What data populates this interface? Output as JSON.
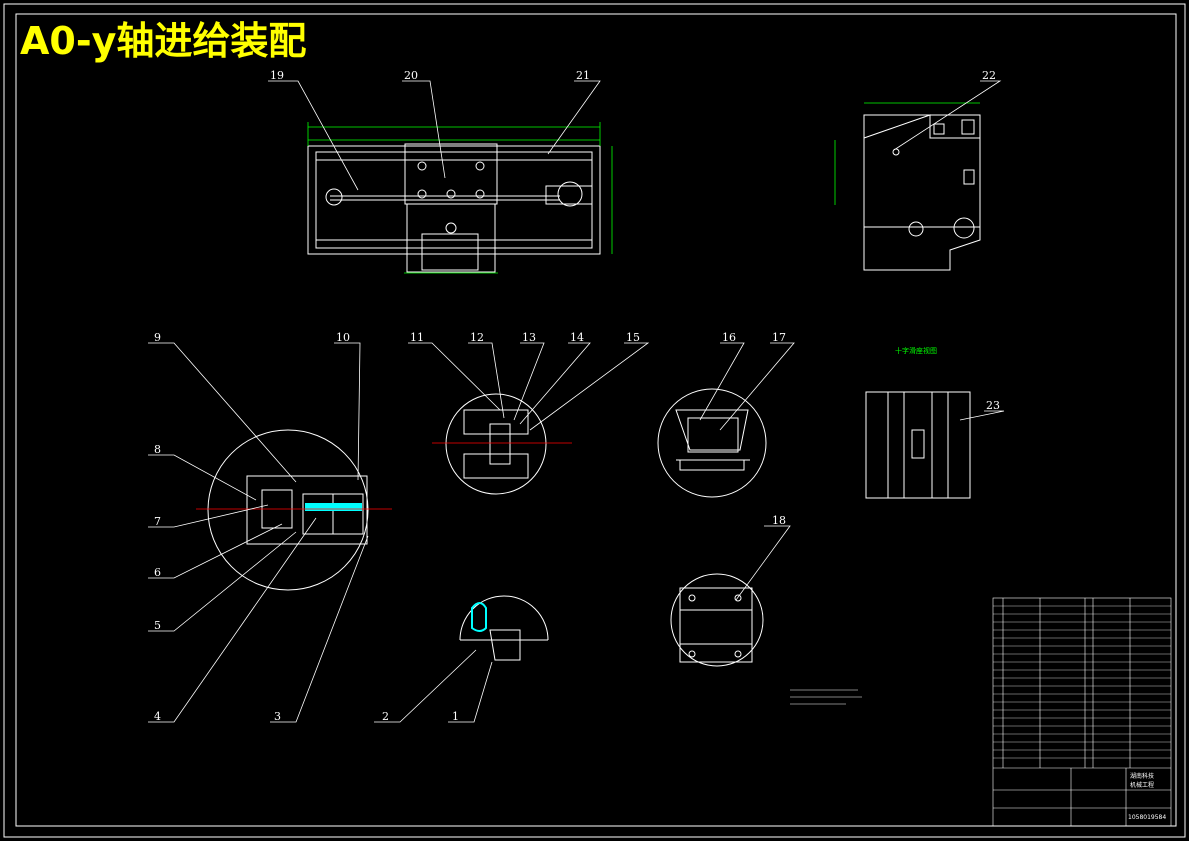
{
  "title": "A0-y轴进给装配",
  "balloons": [
    "1",
    "2",
    "3",
    "4",
    "5",
    "6",
    "7",
    "8",
    "9",
    "10",
    "11",
    "12",
    "13",
    "14",
    "15",
    "16",
    "17",
    "18",
    "19",
    "20",
    "21",
    "22",
    "23"
  ],
  "section_label": "十字滑座视图",
  "colors": {
    "background": "#000000",
    "lines": "#ffffff",
    "dimensions": "#00ff00",
    "title": "#ffff00",
    "centerline": "#ff0000",
    "highlight": "#00ffff"
  },
  "title_block": {
    "company": "湖南科技",
    "course": "机械工程",
    "drawing_no": "1058019584"
  }
}
